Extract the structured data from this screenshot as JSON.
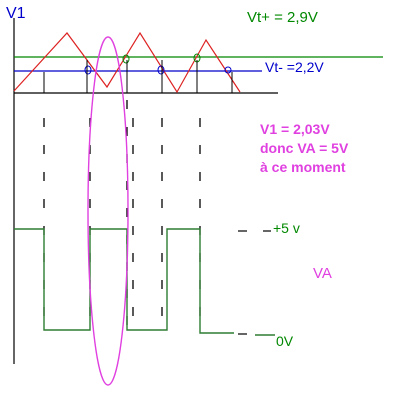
{
  "labels": {
    "v1": "V1",
    "vt_plus": "Vt+ = 2,9V",
    "vt_minus": "Vt-  =2,2V",
    "plus5": "+5 v",
    "va": "VA",
    "zero_v": "0V"
  },
  "annotation": {
    "line1": "V1 = 2,03V",
    "line2": "donc VA = 5V",
    "line3": "à ce moment"
  },
  "colors": {
    "v1_label": "#0000cc",
    "triangle_wave": "#dd2222",
    "threshold_high": "#008800",
    "threshold_low": "#0000cc",
    "square_wave": "#2e7d32",
    "annotation": "#e040e0",
    "axes": "#000000"
  }
}
